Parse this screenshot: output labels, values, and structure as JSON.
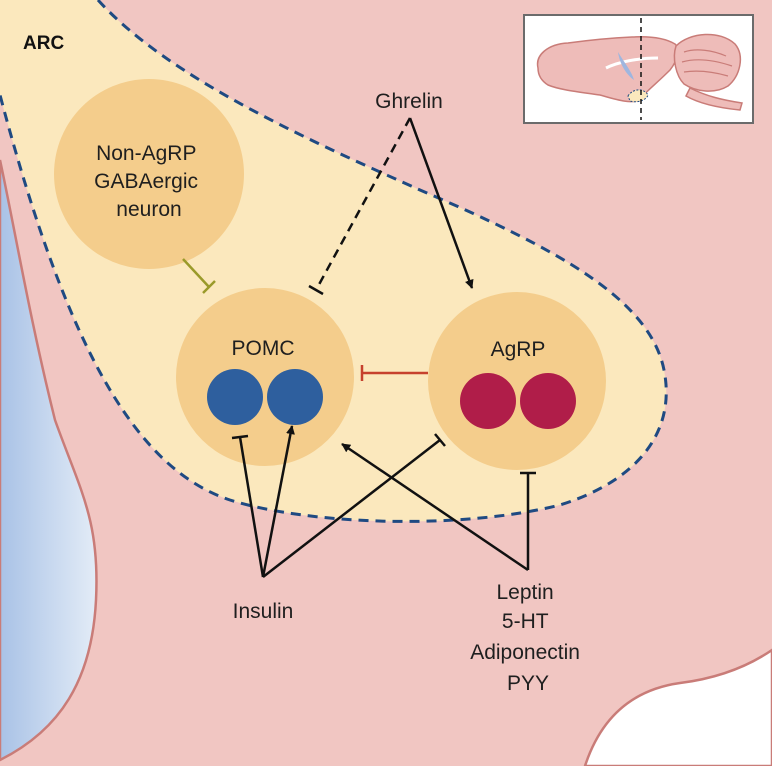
{
  "region_label": "ARC",
  "neurons": {
    "non_agrp": [
      "Non-AgRP",
      "GABAergic",
      "neuron"
    ],
    "pomc": "POMC",
    "agrp": "AgRP"
  },
  "signals": {
    "ghrelin": "Ghrelin",
    "insulin": "Insulin",
    "peripheral": [
      "Leptin",
      "5-HT",
      "Adiponectin",
      "PYY"
    ]
  },
  "colors": {
    "tissue": "#f1c6c2",
    "tissue_edge": "#c97c78",
    "arc_fill": "#fbe8bd",
    "arc_border": "#1f4a82",
    "neuron_fill": "#f4cd8c",
    "pomc_receptor": "#2e5f9e",
    "agrp_receptor": "#b01d49",
    "ventricle": "#c8d8ee",
    "inhibit_agrp_to_pomc": "#c6412d",
    "inhibit_gaba_to_pomc": "#9a9a2a",
    "signal_line": "#111111"
  },
  "icons": [
    "brain-sagittal-icon"
  ]
}
